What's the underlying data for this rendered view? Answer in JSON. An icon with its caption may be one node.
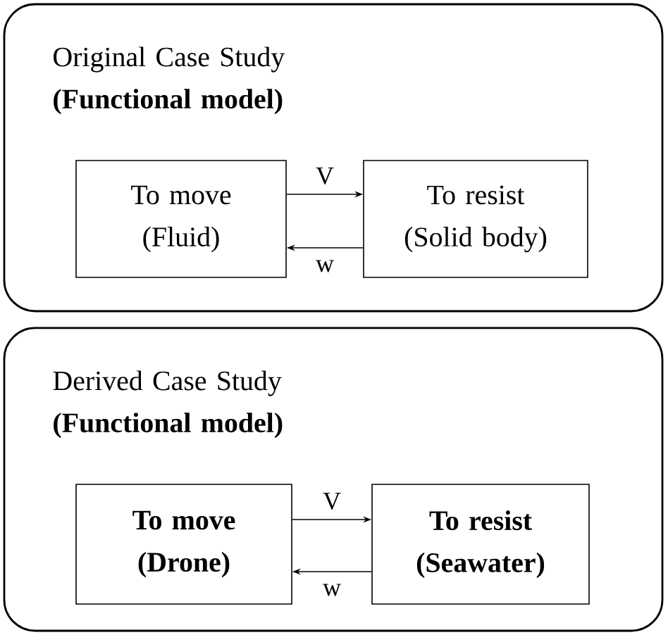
{
  "diagram": {
    "nodes": [
      {
        "text": [
          "Original Case Study **(Functional model)**"
        ]
      },
      {
        "text": [
          "To move (Fluid)"
        ],
        "in": 0
      },
      {
        "text": [
          "To resist (Solid body)"
        ],
        "in": 0
      },
      {
        "text": [
          "Derived Case Study **(Functional model)**"
        ]
      },
      {
        "text": [
          "To move (Drone)"
        ],
        "in": 3
      },
      {
        "text": [
          "To resist (Seawater)"
        ],
        "in": 3
      }
    ],
    "edges": [
      {
        "from": 1,
        "to": 2,
        "arrow": "to",
        "label": "V"
      },
      {
        "from": 2,
        "to": 1,
        "arrow": "to",
        "label": "w"
      },
      {
        "from": 4,
        "to": 5,
        "arrow": "to",
        "label": "V"
      },
      {
        "from": 5,
        "to": 4,
        "arrow": "to",
        "label": "w"
      }
    ]
  }
}
